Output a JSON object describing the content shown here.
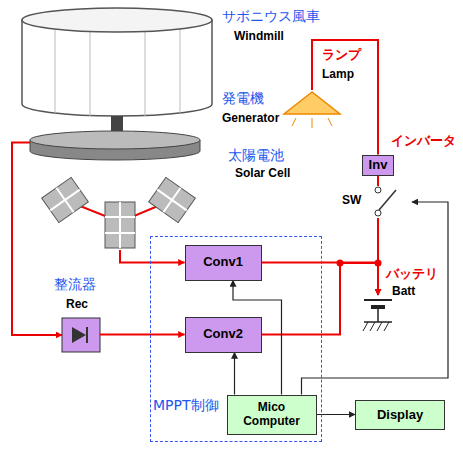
{
  "diagram": {
    "nodes": [
      {
        "text": [
          "サボニウス風車",
          "Windmill"
        ]
      },
      {
        "text": [
          "発電機",
          "Generator"
        ]
      },
      {
        "text": [
          "ランプ",
          "Lamp"
        ]
      },
      {
        "text": [
          "太陽電池",
          "Solar Cell"
        ]
      },
      {
        "text": [
          "インバータ",
          "Inv"
        ]
      },
      {
        "text": [
          "SW"
        ]
      },
      {
        "text": [
          "MPPT制御"
        ]
      },
      {
        "text": [
          "Conv1"
        ],
        "in": 6
      },
      {
        "text": [
          "整流器",
          "Rec"
        ]
      },
      {
        "text": [
          "バッテリ",
          "Batt"
        ]
      },
      {
        "text": [
          "Conv2"
        ],
        "in": 6
      },
      {
        "text": [
          "Mico Computer"
        ],
        "in": 6
      },
      {
        "text": [
          "Display"
        ]
      }
    ],
    "edges": [
      {
        "from": 1,
        "to": 8,
        "arrow": "to"
      },
      {
        "from": 8,
        "to": 10,
        "arrow": "to"
      },
      {
        "from": 3,
        "to": 7,
        "arrow": "to"
      },
      {
        "from": 7,
        "to": 9,
        "arrow": "to"
      },
      {
        "from": 10,
        "to": 9,
        "arrow": "to"
      },
      {
        "from": 11,
        "to": 7,
        "arrow": "to"
      },
      {
        "from": 11,
        "to": 10,
        "arrow": "to"
      },
      {
        "from": 11,
        "to": 12,
        "arrow": "to"
      },
      {
        "from": 11,
        "to": 5,
        "arrow": "to"
      },
      {
        "from": 4,
        "to": 2,
        "arrow": "none"
      },
      {
        "from": 4,
        "to": 5,
        "arrow": "none"
      },
      {
        "from": 9,
        "to": 5,
        "arrow": "none"
      }
    ]
  }
}
